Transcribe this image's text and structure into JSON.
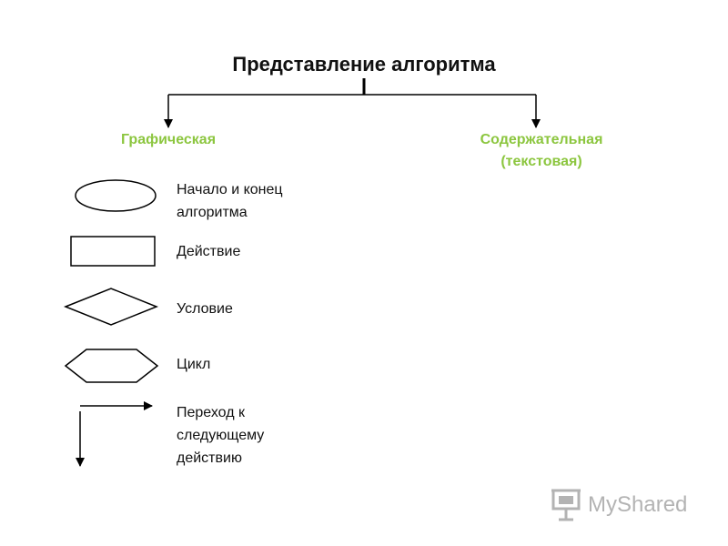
{
  "title": "Представление алгоритма",
  "branches": {
    "graphic": "Графическая",
    "content": [
      "Содержательная",
      "(текстовая)"
    ]
  },
  "legend": {
    "start_end": [
      "Начало и конец",
      "алгоритма"
    ],
    "action": "Действие",
    "condition": "Условие",
    "loop": "Цикл",
    "transition": [
      "Переход к",
      "следующему",
      "действию"
    ]
  },
  "watermark": {
    "text": "MyShared",
    "icon": "presentation-board-icon"
  },
  "colors": {
    "branch_label": "#8cc63f",
    "lines": "#000000",
    "watermark": "#9a9a9a"
  }
}
